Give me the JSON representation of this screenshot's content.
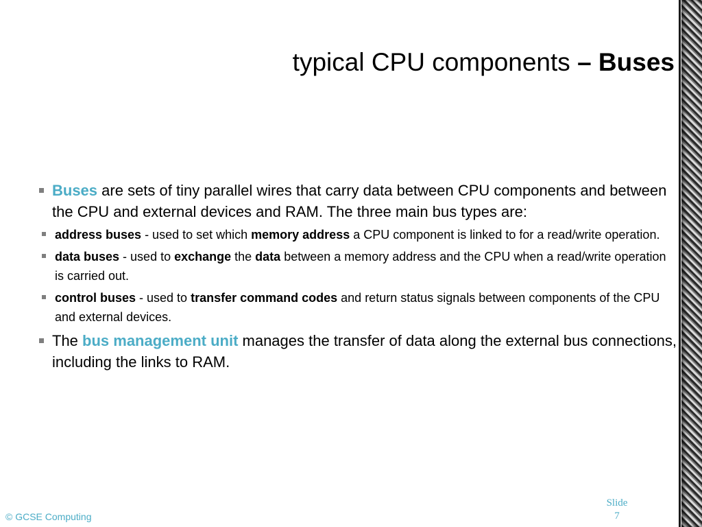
{
  "slide": {
    "title_regular": "typical CPU components ",
    "title_bold": "– Buses",
    "bullet1": {
      "highlight": "Buses",
      "text": " are sets of tiny parallel wires that carry data between CPU components and between the CPU and external devices and RAM. The three main bus types are:"
    },
    "sub_bullets": [
      {
        "term": "address buses",
        "t1": " - used to set which ",
        "bold": "memory address",
        "t2": " a CPU component is linked to for a read/write operation."
      },
      {
        "term": "data buses",
        "t1": " - used to ",
        "bold1": "exchange",
        "t2": " the ",
        "bold2": "data",
        "t3": " between a memory address and the CPU when a read/write operation is carried out."
      },
      {
        "term": "control buses",
        "t1": " - used to ",
        "bold": "transfer command codes",
        "t2": " and return status signals between components of the CPU and external devices."
      }
    ],
    "bullet2": {
      "pre": "The ",
      "highlight": "bus management unit",
      "text": " manages the transfer of data along the external bus connections, including the links to RAM."
    }
  },
  "footer": {
    "copyright": "© GCSE Computing",
    "slide_label": "Slide",
    "slide_number": "7"
  },
  "colors": {
    "accent": "#4bacc6",
    "bullet": "#7f7f7f"
  }
}
